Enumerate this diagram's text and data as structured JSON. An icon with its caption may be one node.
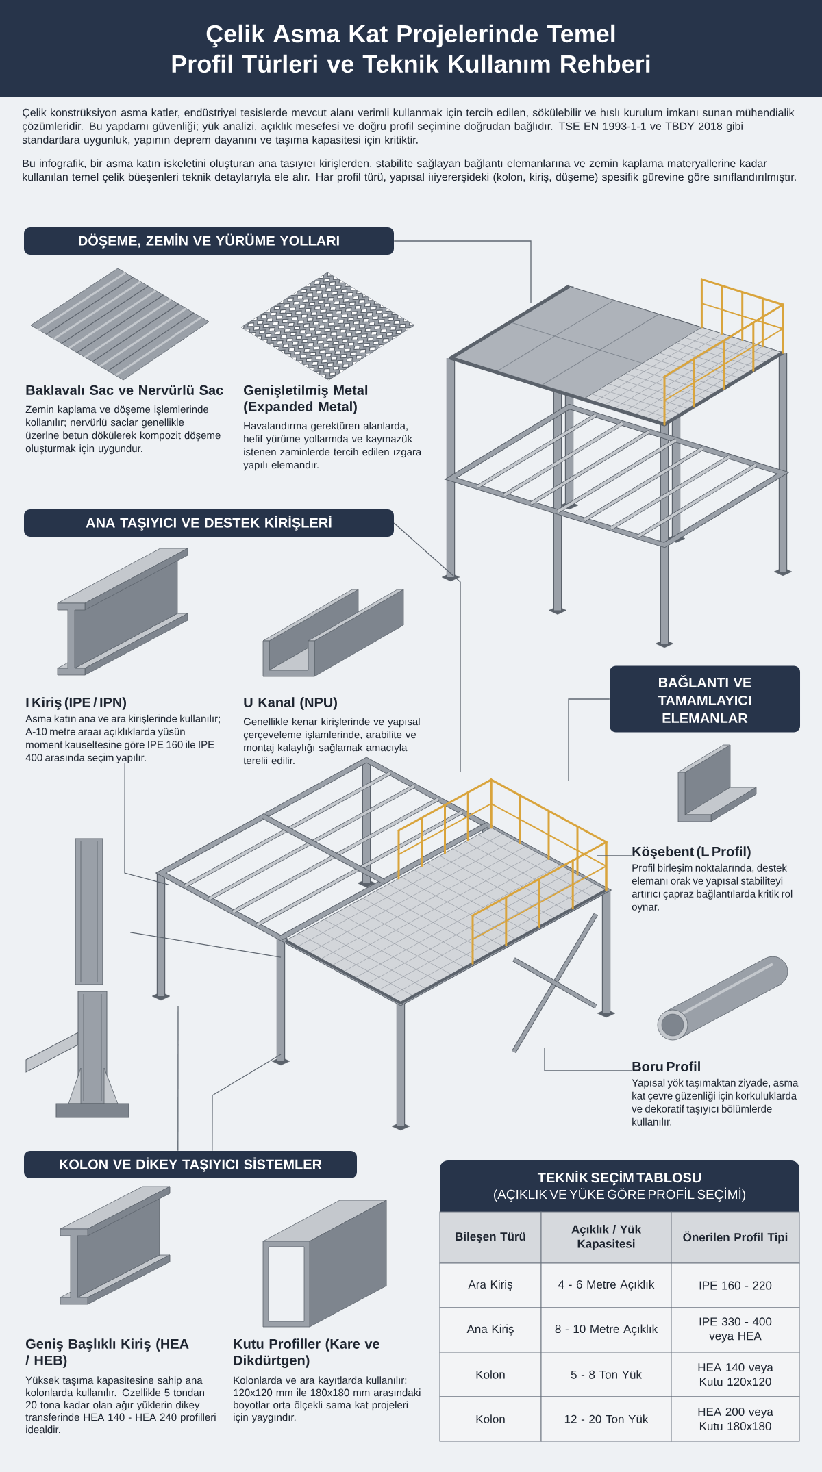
{
  "diagram": {
    "title": "Çelik Asma Kat Projelerinde Temel Profil Türleri ve Teknik Kullanım Rehberi",
    "nodes": [
      {
        "text": [
          "DÖŞEME, ZEMİN VE YÜRÜME YOLLARI"
        ]
      },
      {
        "text": [],
        "shape": "picture"
      },
      {
        "text": [
          "ANA TAŞIYICI VE DESTEK KİRİŞLERİ"
        ]
      },
      {
        "text": [
          "I Kiriş (IPE / IPN)",
          "Asma katın ana ve ara kirişlerinde kullanılır; A-10 metre araaı açıklıklarda yüsün moment kauseltesine göre IPE 160 ile IPE 400 arasında seçim yapılır."
        ]
      },
      {
        "text": [
          "BAĞLANTI VE TAMAMLAYICI ELEMANLAR"
        ]
      },
      {
        "text": [],
        "shape": "picture"
      },
      {
        "text": [
          "Köşebent (L Profil)",
          "Profil birleşim noktalarında, destek elemanı orak ve yapısal stabiliteyi artırıcı çapraz bağlantılarda kritik rol oynar."
        ]
      },
      {
        "text": [],
        "shape": "picture"
      },
      {
        "text": [
          "Boru Profil",
          "Yapısal yök taşımaktan ziyade, asma kat çevre güzenliği için korkuluklarda ve dekoratif taşıyıcı bölümlerde kullanılır."
        ]
      },
      {
        "text": [
          "KOLON VE DİKEY TAŞIYICI SİSTEMLER"
        ]
      },
      {
        "text": [
          "TEKNİK SEÇİM TABLOSU",
          "(AÇIKLIK VE YÜKE GÖRE PROFİL SEÇİMİ)"
        ]
      }
    ],
    "edges": [
      {
        "from": 0,
        "to": 1,
        "arrow": "none"
      },
      {
        "from": 2,
        "to": 5,
        "arrow": "none"
      },
      {
        "from": 4,
        "to": 5,
        "arrow": "none"
      },
      {
        "from": 6,
        "to": 5,
        "arrow": "none"
      },
      {
        "from": 8,
        "to": 5,
        "arrow": "none"
      },
      {
        "from": 3,
        "to": 5,
        "arrow": "none"
      },
      {
        "from": 7,
        "to": 5,
        "arrow": "none"
      },
      {
        "from": 9,
        "to": 5,
        "arrow": "none"
      },
      {
        "from": 9,
        "to": 5,
        "arrow": "none"
      }
    ],
    "labels": [
      "Çelik konstrüksiyon asma katler, endüstriyel tesislerde mevcut alanı verimli kullanmak için tercih edilen, sökülebilir ve hıslı kurulum imkanı sunan mühendialik çözümleridir. Bu yapdarnı güvenliği; yük analizi, açıklık mesefesi ve doğru profil seçimine doğrudan bağlıdır. TSE EN 1993-1-1 ve TBDY 2018 gibi standartlara uygunluk, yapının deprem dayanını ve taşıma kapasitesi için kritiktir.",
      "Bu infografik, bir asma katın iskeletini oluşturan ana tasıyıeı kirişlerden, stabilite sağlayan bağlantı elemanlarına ve zemin kaplama materyallerine kadar kullanılan temel çelik büeşenleri teknik detaylarıyla ele alır. Har profil türü, yapısal iıiyererşideki (kolon, kiriş, düşeme) spesifik gürevine göre sınıflandırılmıştır.",
      "Baklavalı Sac ve Nervürlü Sac",
      "Zemin kaplama ve döşeme işlemlerinde kollanılır; nervürlü saclar genellikle üzerlne betun dökülerek kompozit döşeme oluşturmak için uygundur.",
      "Genişletilmiş Metal (Expanded Metal)",
      "Havalandırma gerektüren alanlarda, hefif yürüme yollarmda ve kaymazük istenen zaminlerde tercih edilen ızgara yapılı elemandır.",
      "U Kanal (NPU)",
      "Genellikle kenar kirişlerinde ve yapısal çerçeveleme işlamlerinde, arabilite ve montaj kalaylığı sağlamak amacıyla terelii edilir.",
      "Geniş Başlıklı Kiriş (HEA / HEB)",
      "Yüksek taşıma kapasitesine sahip ana kolonlarda kullanılır. Gzellikle 5 tondan 20 tona kadar olan ağır yüklerin dikey transferinde HEA 140 - HEA 240 profilleri idealdir.",
      "Kutu Profiller (Kare ve Dikdürtgen)",
      "Kolonlarda ve ara kayıtlarda kullanılır: 120x120 mm ile 180x180 mm arasındaki boyotlar orta ölçekli sama kat projeleri için yaygındır.",
      "Bileşen Türü",
      "Açıklık / Yük Kapasitesi",
      "Önerilen Profil Tipi",
      "Ara Kiriş",
      "4 - 6 Metre Açıklık",
      "IPE 160 - 220",
      "Ana Kiriş",
      "8 - 10 Metre Açıklık",
      "IPE 330 - 400 veya HEA",
      "Kolon",
      "5 - 8 Ton Yük",
      "HEA 140 veya Kutu 120x120",
      "Kolon",
      "12 - 20 Ton Yük",
      "HEA 200 veya Kutu 180x180"
    ]
  }
}
